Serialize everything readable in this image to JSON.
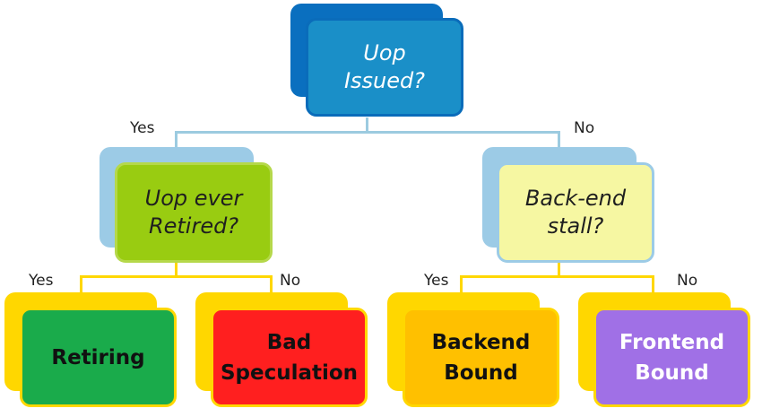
{
  "diagram": {
    "root": {
      "lines": [
        "Uop",
        "Issued?"
      ]
    },
    "left_decision": {
      "lines": [
        "Uop ever",
        "Retired?"
      ]
    },
    "right_decision": {
      "lines": [
        "Back-end",
        "stall?"
      ]
    },
    "leaves": [
      {
        "lines": [
          "Retiring"
        ]
      },
      {
        "lines": [
          "Bad",
          "Speculation"
        ]
      },
      {
        "lines": [
          "Backend",
          "Bound"
        ]
      },
      {
        "lines": [
          "Frontend",
          "Bound"
        ]
      }
    ],
    "edge_labels": {
      "root_yes": "Yes",
      "root_no": "No",
      "left_yes": "Yes",
      "left_no": "No",
      "right_yes": "Yes",
      "right_no": "No"
    }
  },
  "colors": {
    "root_card": "#1a8fc8",
    "root_shadow": "#0a6fbf",
    "root_border": "#0a6cba",
    "left_card": "#99cc11",
    "left_shadow": "#9ccbe6",
    "right_card": "#f6f7a2",
    "right_shadow": "#9ccbe6",
    "connector_blue": "#9ccbe0",
    "connector_yellow": "#ffd700",
    "leaf_shadow": "#ffd700",
    "retiring": "#1aab4b",
    "bad_speculation": "#ff1f1f",
    "backend_bound": "#ffc000",
    "frontend_bound": "#a070e6"
  }
}
